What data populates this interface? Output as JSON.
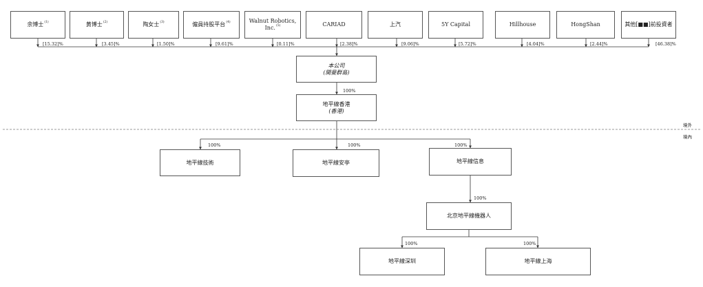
{
  "shareholders": [
    {
      "name": "余博士",
      "note": "(1)",
      "pct": "[15.32]%"
    },
    {
      "name": "黄博士",
      "note": "(2)",
      "pct": "[3.45]%"
    },
    {
      "name": "陶女士",
      "note": "(3)",
      "pct": "[1.50]%"
    },
    {
      "name": "僱員持股平台",
      "note": "(4)",
      "pct": "[9.61]%"
    },
    {
      "name": "Walnut Robotics, Inc.",
      "note": "(5)",
      "pct": "[0.11]%"
    },
    {
      "name": "CARIAD",
      "note": "",
      "pct": "[2.38]%"
    },
    {
      "name": "上汽",
      "note": "",
      "pct": "[9.06]%"
    },
    {
      "name": "5Y Capital",
      "note": "",
      "pct": "[5.72]%"
    },
    {
      "name": "Hillhouse",
      "note": "",
      "pct": "[4.04]%"
    },
    {
      "name": "HongShan",
      "note": "",
      "pct": "[2.44]%"
    },
    {
      "name": "其他[■■]前投資者",
      "note": "",
      "pct": "[46.38]%"
    }
  ],
  "company": {
    "name": "本公司",
    "sub": "(開曼群島)"
  },
  "hk": {
    "name": "地平線香港",
    "sub": "(香港)",
    "pct": "100%"
  },
  "region": {
    "offshore": "境外",
    "onshore": "境內"
  },
  "onshore": [
    {
      "name": "地平線技術",
      "pct": "100%"
    },
    {
      "name": "地平線安亭",
      "pct": "100%"
    },
    {
      "name": "地平線信息",
      "pct": "100%"
    }
  ],
  "beijing": {
    "name": "北京地平線機器人",
    "pct": "100%"
  },
  "subs": [
    {
      "name": "地平線深圳",
      "pct": "100%"
    },
    {
      "name": "地平線上海",
      "pct": "100%"
    }
  ]
}
